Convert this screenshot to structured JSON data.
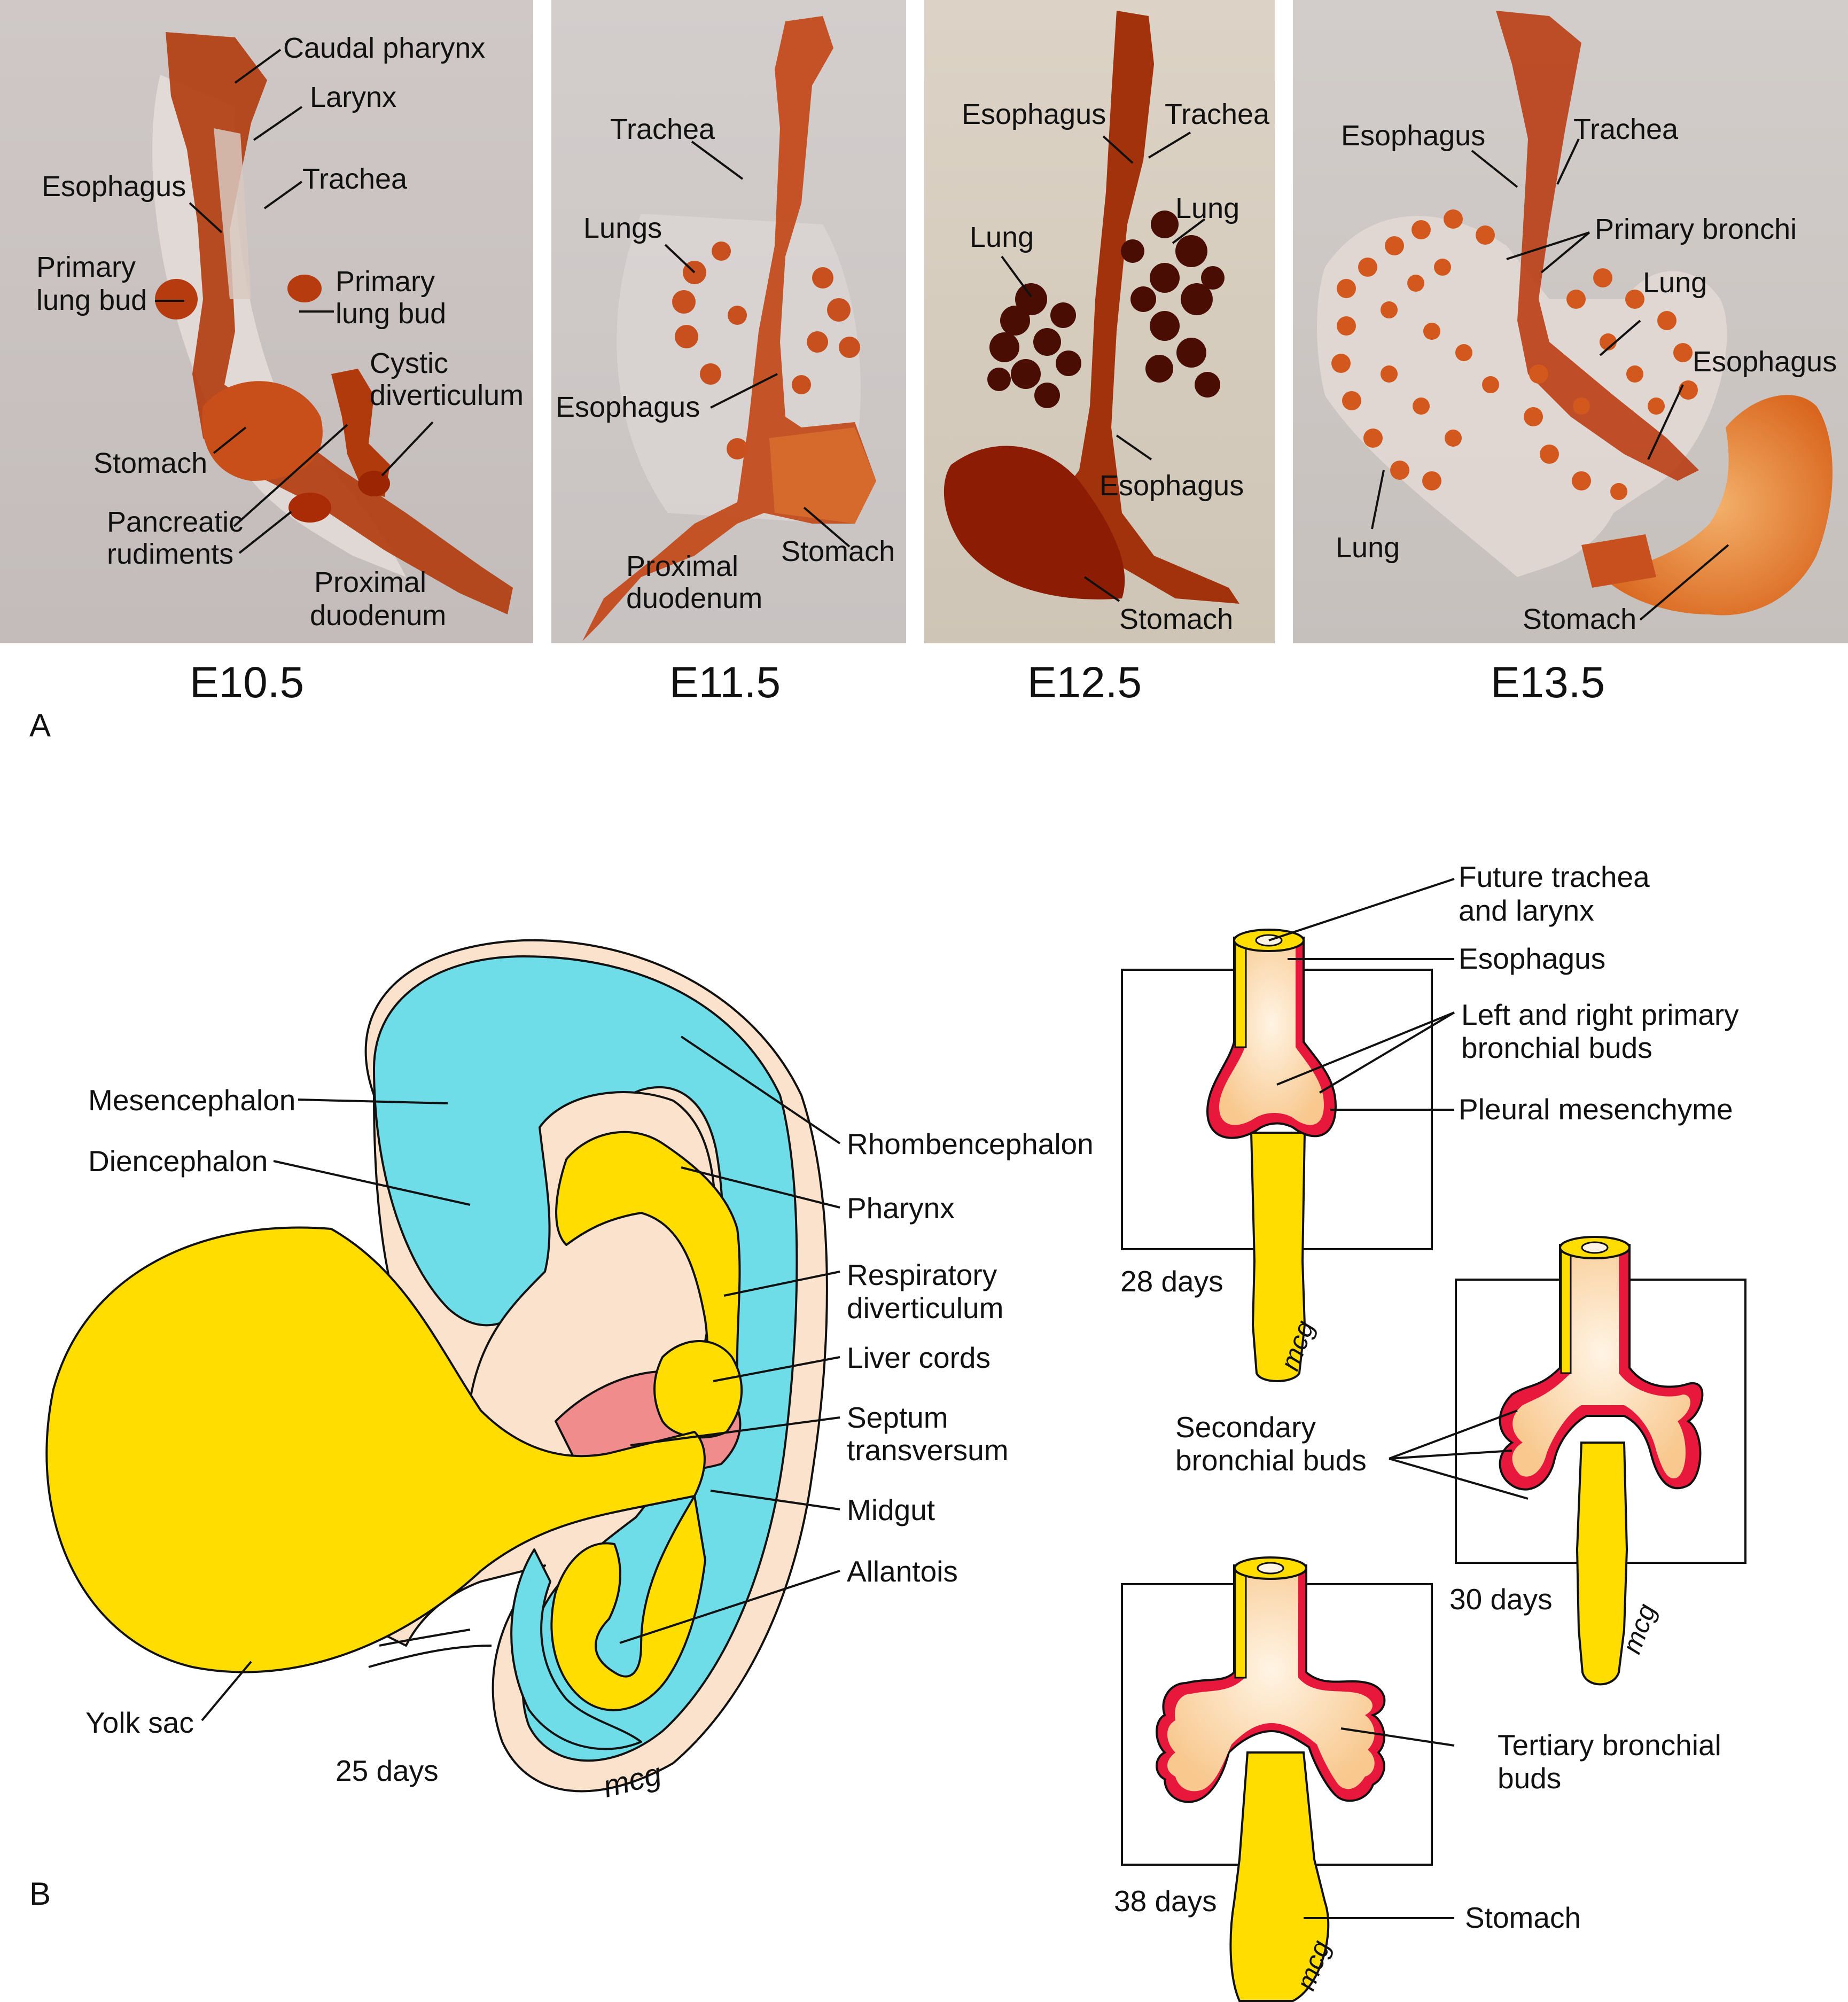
{
  "panel_a": {
    "letter": "A",
    "stages": [
      {
        "stage_label": "E10.5",
        "labels": [
          "Caudal pharynx",
          "Larynx",
          "Esophagus",
          "Trachea",
          "Primary",
          "lung bud",
          "Primary",
          "lung bud",
          "Cystic",
          "diverticulum",
          "Stomach",
          "Pancreatic",
          "rudiments",
          "Proximal",
          "duodenum"
        ]
      },
      {
        "stage_label": "E11.5",
        "labels": [
          "Trachea",
          "Lungs",
          "Esophagus",
          "Proximal",
          "duodenum",
          "Stomach"
        ]
      },
      {
        "stage_label": "E12.5",
        "labels": [
          "Esophagus",
          "Trachea",
          "Lung",
          "Lung",
          "Esophagus",
          "Stomach"
        ]
      },
      {
        "stage_label": "E13.5",
        "labels": [
          "Esophagus",
          "Trachea",
          "Primary bronchi",
          "Lung",
          "Esophagus",
          "Lung",
          "Stomach"
        ]
      }
    ]
  },
  "panel_b": {
    "letter": "B",
    "embryo": {
      "age": "25 days",
      "signature": "mcg",
      "labels": {
        "mesencephalon": "Mesencephalon",
        "diencephalon": "Diencephalon",
        "rhombencephalon": "Rhombencephalon",
        "pharynx": "Pharynx",
        "resp1": "Respiratory",
        "resp2": "diverticulum",
        "liver": "Liver cords",
        "septum1": "Septum",
        "septum2": "transversum",
        "midgut": "Midgut",
        "allantois": "Allantois",
        "yolk": "Yolk sac"
      }
    },
    "stages": {
      "d28": "28 days",
      "d30": "30 days",
      "d38": "38 days",
      "signature": "mcg"
    },
    "labels": {
      "future1": "Future trachea",
      "future2": "and larynx",
      "esophagus": "Esophagus",
      "lr1": "Left and right primary",
      "lr2": "bronchial buds",
      "pleural": "Pleural mesenchyme",
      "sec1": "Secondary",
      "sec2": "bronchial buds",
      "ter1": "Tertiary bronchial",
      "ter2": "buds",
      "stomach": "Stomach"
    }
  },
  "colors": {
    "photo_tissue": "#b8360a",
    "photo_bg_1": "#c9c3c0",
    "photo_bg_2": "#d9d2c8",
    "brain_blue": "#6fdde8",
    "yolk_yellow": "#ffdd00",
    "skin_beige": "#fbe2cc",
    "septum_pink": "#f08c8c",
    "mesenchyme_red": "#e8173c"
  }
}
